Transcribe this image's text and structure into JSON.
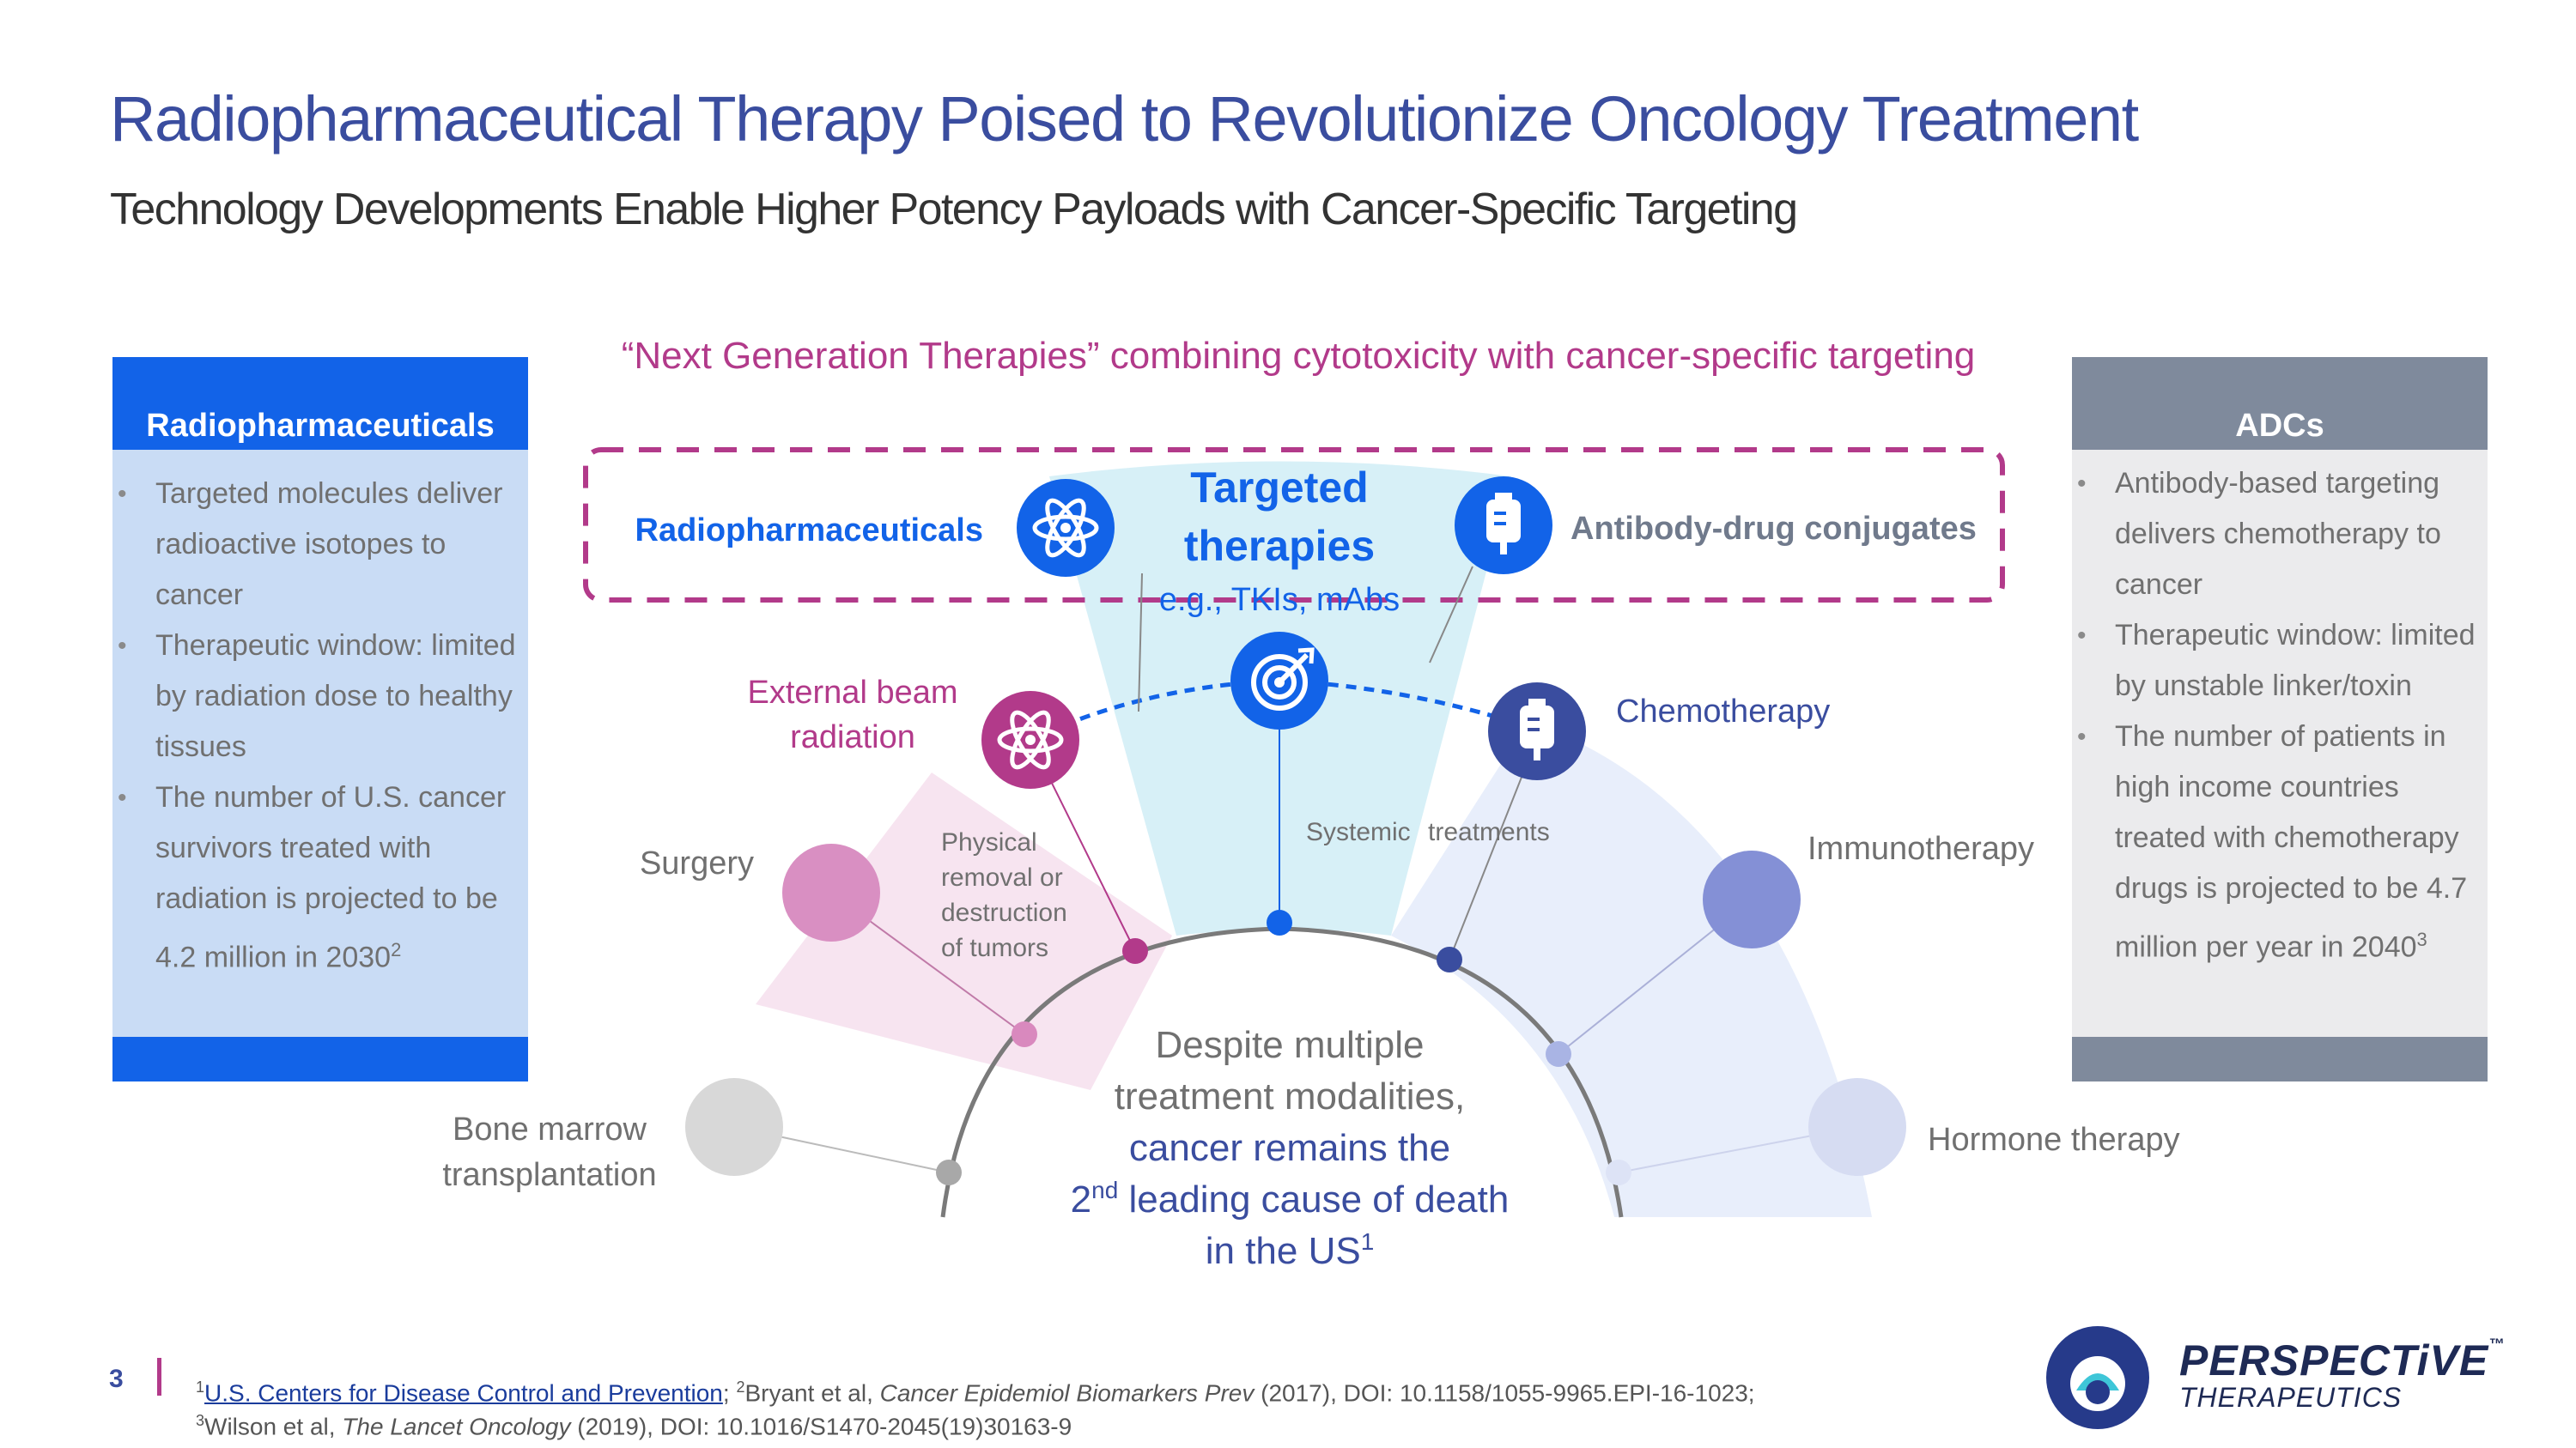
{
  "header": {
    "title": "Radiopharmaceutical Therapy Poised to Revolutionize Oncology Treatment",
    "subtitle": "Technology Developments Enable Higher Potency Payloads with Cancer-Specific Targeting"
  },
  "next_gen_caption": "“Next Generation Therapies” combining cytotoxicity with cancer-specific targeting",
  "left_panel": {
    "title": "Radiopharmaceuticals",
    "bullets": [
      "Targeted molecules deliver radioactive isotopes to cancer",
      "Therapeutic window: limited by radiation dose to healthy tissues",
      "The number of U.S. cancer survivors treated with radiation is projected to be 4.2 million in 2030"
    ],
    "bullet3_sup": "2"
  },
  "right_panel": {
    "title": "ADCs",
    "bullets": [
      "Antibody-based targeting delivers chemotherapy to cancer",
      "Therapeutic window: limited by unstable linker/toxin",
      "The number of patients in high income countries treated with chemotherapy drugs is projected to be 4.7 million per year in 2040"
    ],
    "bullet3_sup": "3"
  },
  "diagram": {
    "nodes": {
      "radiopharmaceuticals": "Radiopharmaceuticals",
      "targeted_line1": "Targeted",
      "targeted_line2": "therapies",
      "targeted_examples": "e.g., TKIs, mAbs",
      "adc": "Antibody-drug conjugates",
      "external_beam_line1": "External beam",
      "external_beam_line2": "radiation",
      "chemotherapy": "Chemotherapy",
      "surgery": "Surgery",
      "immunotherapy": "Immunotherapy",
      "bone_marrow_line1": "Bone marrow",
      "bone_marrow_line2": "transplantation",
      "hormone": "Hormone therapy"
    },
    "zones": {
      "physical_1": "Physical",
      "physical_2": "removal or",
      "physical_3": "destruction",
      "physical_4": "of tumors",
      "systemic": "Systemic",
      "treatments": "treatments"
    },
    "center": {
      "line1": "Despite multiple",
      "line2": "treatment modalities,",
      "line3": "cancer remains the",
      "line4_sup": "nd",
      "line4_pre": "2",
      "line4_post": " leading cause of death",
      "line5": "in the US",
      "line5_sup": "1"
    },
    "colors": {
      "blue": "#1263e8",
      "magenta": "#b23a8a",
      "navy": "#3a4d9f",
      "light_cyan": "#d7f0f7",
      "light_pink": "#f7e4f0",
      "light_lavender": "#e8eefb"
    }
  },
  "footer": {
    "page_number": "3",
    "ref1_sup": "1",
    "ref1_link": "U.S. Centers for Disease Control and Prevention",
    "ref2_sup": "2",
    "ref2_pre": "; ",
    "ref2_author": "Bryant et al, ",
    "ref2_journal": "Cancer Epidemiol Biomarkers Prev",
    "ref2_rest": " (2017), DOI: 10.1158/1055-9965.EPI-16-1023;",
    "ref3_sup": "3",
    "ref3_author": "Wilson et al, ",
    "ref3_journal": "The Lancet Oncology",
    "ref3_rest": " (2019), DOI: 10.1016/S1470-2045(19)30163-9"
  },
  "logo": {
    "name": "PERSPECTiVE",
    "tm": "™",
    "sub": "THERAPEUTICS"
  }
}
